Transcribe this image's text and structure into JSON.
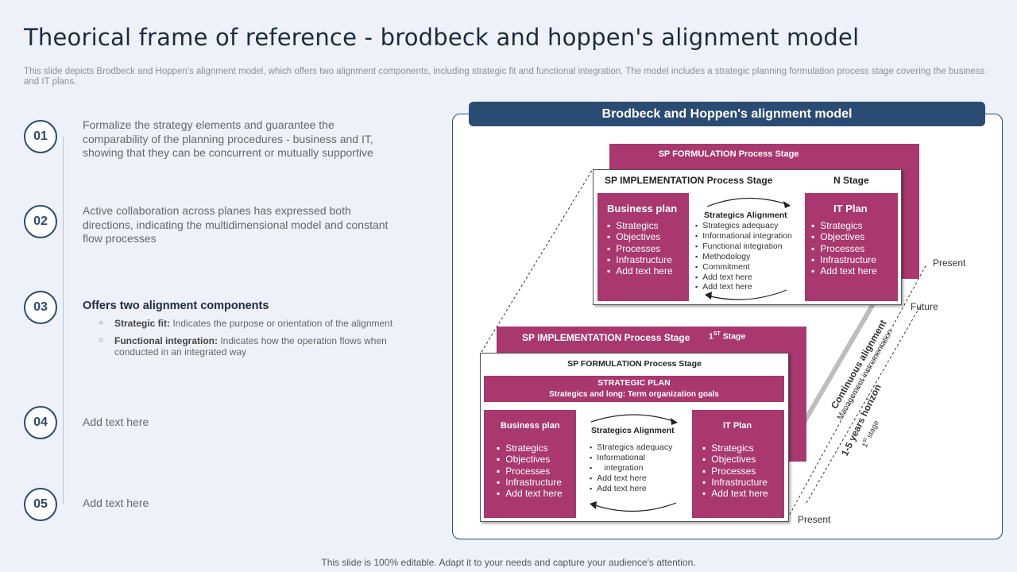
{
  "title": "Theorical frame of reference - brodbeck and hoppen's alignment model",
  "subtitle": "This slide depicts Brodbeck and Hoppen's alignment model, which offers two alignment components, including strategic fit and functional integration. The model includes a strategic planning formulation process stage covering the business and IT plans.",
  "footer": "This slide is 100% editable. Adapt it to your needs and capture your audience's attention.",
  "steps": [
    {
      "num": "01",
      "text": "Formalize the strategy elements and guarantee the comparability of the planning procedures - business and IT, showing that they can be concurrent or mutually supportive"
    },
    {
      "num": "02",
      "text": "Active collaboration across planes has expressed both directions, indicating the multidimensional model and constant flow processes"
    },
    {
      "num": "03",
      "heading": "Offers two alignment components",
      "items": [
        {
          "bold": "Strategic fit:",
          "text": " Indicates the purpose or orientation of the alignment"
        },
        {
          "bold": "Functional integration:",
          "text": " Indicates how the operation flows when conducted in an integrated way"
        }
      ]
    },
    {
      "num": "04",
      "text": "Add text here"
    },
    {
      "num": "05",
      "text": "Add text here"
    }
  ],
  "diagram": {
    "panel_title": "Brodbeck and Hoppen's alignment model",
    "back_top": {
      "formulation_label": "SP FORMULATION Process Stage",
      "impl_label": "SP IMPLEMENTATION  Process Stage",
      "n_stage": "N Stage",
      "business_plan": {
        "title": "Business  plan",
        "items": [
          "Strategics",
          "Objectives",
          "Processes",
          "Infrastructure",
          "Add text here"
        ]
      },
      "alignment": {
        "title": "Strategics Alignment",
        "items": [
          "Strategics adequacy",
          "Informational integration",
          "Functional integration",
          "Methodology",
          "Commitment",
          "Add text here",
          "Add text here"
        ]
      },
      "it_plan": {
        "title": "IT Plan",
        "items": [
          "Strategics",
          "Objectives",
          "Processes",
          "Infrastructure",
          "Add text here"
        ]
      }
    },
    "front": {
      "impl_label": "SP IMPLEMENTATION   Process Stage",
      "stage_label": "1",
      "stage_sup": "ST",
      "stage_word": " Stage",
      "formulation_label": "SP FORMULATION Process Stage",
      "strategic_plan_title": "STRATEGIC PLAN",
      "strategic_plan_sub": "Strategics and  long: Term organization goals",
      "business_plan": {
        "title": "Business plan",
        "items": [
          "Strategics",
          "Objectives",
          "Processes",
          "Infrastructure",
          "Add text here"
        ]
      },
      "alignment": {
        "title": "Strategics  Alignment",
        "items": [
          "Strategics adequacy",
          "Informational",
          "integration",
          "Add text here",
          "Add text here"
        ]
      },
      "it_plan": {
        "title": "IT Plan",
        "items": [
          "Strategics",
          "Objectives",
          "Processes",
          "Infrastructure",
          "Add text here"
        ]
      }
    },
    "labels": {
      "present_top": "Present",
      "future": "Future",
      "present_bottom": "Present",
      "continuous": "Continuous alignment",
      "management": "Management instrumentation",
      "horizon": "1-5 years horizon",
      "first_stage": "1",
      "first_stage_sup": "st",
      "first_stage_word": "stage"
    },
    "colors": {
      "maroon": "#a8386e",
      "navy": "#2b4c72"
    }
  }
}
